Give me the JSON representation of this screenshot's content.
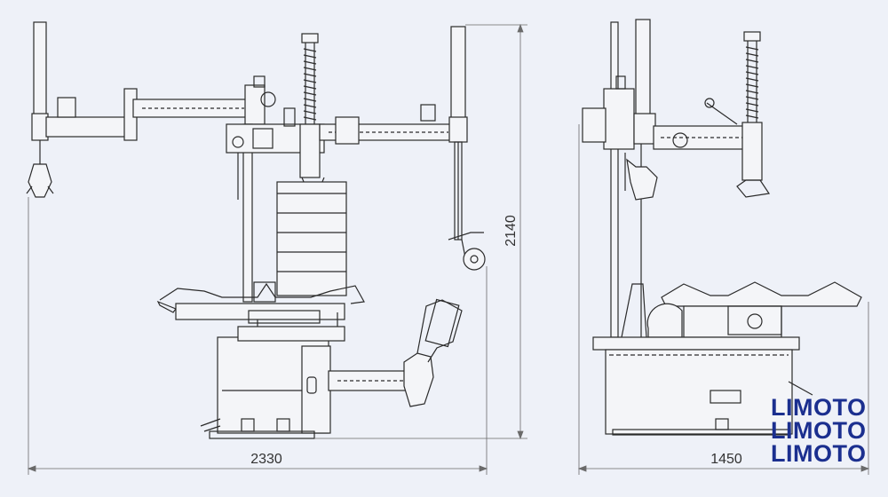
{
  "dimensions": {
    "front_width": "2330",
    "height": "2140",
    "side_width": "1450"
  },
  "watermark": {
    "lines": [
      "LIMOTO",
      "LIMOTO",
      "LIMOTO"
    ],
    "color": "#1b2f8f"
  },
  "colors": {
    "background": "#eef1f8",
    "line": "#2b2b2b",
    "dimension_line": "#6a6a6a"
  }
}
